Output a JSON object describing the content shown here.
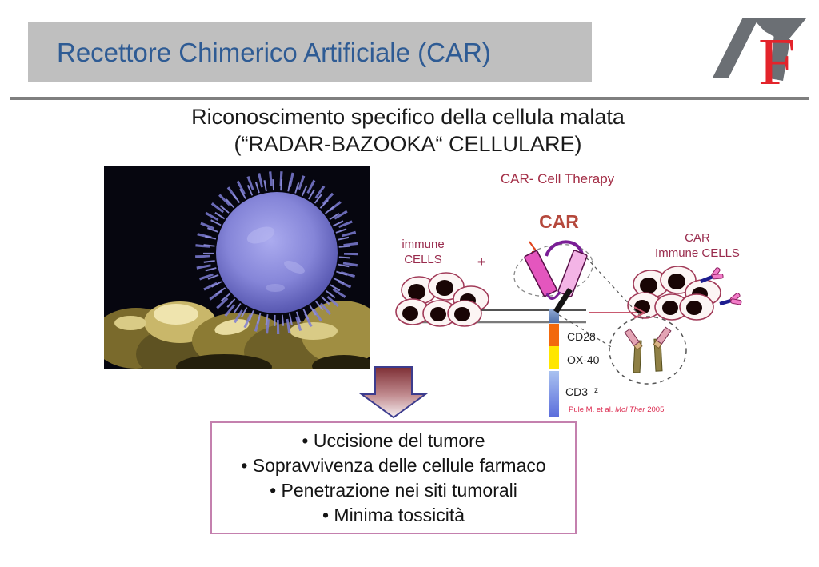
{
  "slide": {
    "title": "Recettore Chimerico Artificiale (CAR)",
    "subtitle_line1": "Riconoscimento specifico della cellula malata",
    "subtitle_line2": "(“RADAR-BAZOOKA“ CELLULARE)"
  },
  "logo": {
    "letter": "F",
    "gray_color": "#6B6F74",
    "red_color": "#E3242B"
  },
  "diagram": {
    "heading": "CAR- Cell Therapy",
    "car_title": "CAR",
    "immune_cells": {
      "line1": "immune",
      "line2": "CELLS"
    },
    "plus_sign": "+",
    "car_immune_cells": {
      "line1": "CAR",
      "line2": "Immune CELLS"
    },
    "domains": [
      {
        "label": "CD28",
        "color": "#F2690D"
      },
      {
        "label": "OX-40",
        "color": "#FFE600"
      },
      {
        "label": "CD3",
        "suffix": "z",
        "color": "#7B8FE6"
      }
    ],
    "citation": {
      "authors": "Pule M. et al. ",
      "journal": "Mol Ther",
      "year": " 2005"
    }
  },
  "outcomes": {
    "items": [
      "• Uccisione del tumore",
      "• Sopravvivenza delle cellule farmaco",
      "• Penetrazione nei siti tumorali",
      "• Minima tossicità"
    ]
  },
  "colors": {
    "title_blue": "#2E5B94",
    "header_gray": "#BFBFBF",
    "divider_gray": "#7F7F7F",
    "accent_dark_red": "#A32E46",
    "label_red": "#992B4D",
    "citation_red": "#DC2B50",
    "box_border_pink": "#C480AE"
  }
}
